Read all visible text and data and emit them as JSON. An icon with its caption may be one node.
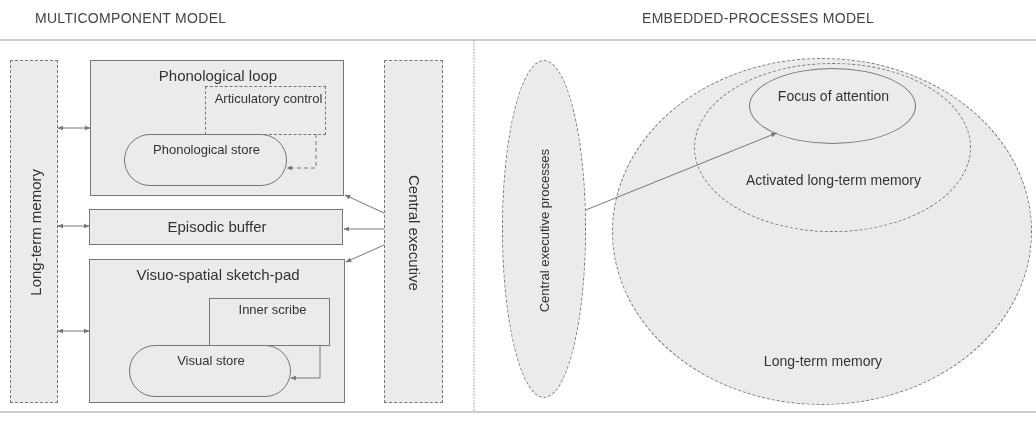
{
  "diagram": {
    "nodes": [
      {
        "text": [
          "Long-term memory"
        ]
      },
      {
        "text": [
          "Phonological loop"
        ]
      },
      {
        "text": [
          "Articulatory control"
        ],
        "in": 1
      },
      {
        "text": [
          "Phonological store"
        ],
        "in": 1
      },
      {
        "text": [
          "Episodic buffer"
        ]
      },
      {
        "text": [
          "Visuo-spatial sketch-pad"
        ]
      },
      {
        "text": [
          "Inner scribe"
        ],
        "in": 5
      },
      {
        "text": [
          "Visual store"
        ],
        "in": 5
      },
      {
        "text": [
          "Central executive"
        ]
      },
      {
        "text": [
          "Central executive processes"
        ]
      },
      {
        "text": [
          "Long-term memory"
        ]
      },
      {
        "text": [
          "Activated long-term memory"
        ],
        "in": 10
      },
      {
        "text": [
          "Focus of attention"
        ],
        "in": 11
      }
    ],
    "edges": [
      {
        "from": 0,
        "to": 1,
        "arrow": "both"
      },
      {
        "from": 0,
        "to": 4,
        "arrow": "both"
      },
      {
        "from": 0,
        "to": 5,
        "arrow": "both"
      },
      {
        "from": 2,
        "to": 3,
        "arrow": "to",
        "style": "dashed"
      },
      {
        "from": 6,
        "to": 7,
        "arrow": "to"
      },
      {
        "from": 8,
        "to": 1,
        "arrow": "to"
      },
      {
        "from": 8,
        "to": 4,
        "arrow": "to"
      },
      {
        "from": 8,
        "to": 5,
        "arrow": "to"
      },
      {
        "from": 9,
        "to": 12,
        "arrow": "to"
      }
    ],
    "labels": [
      "MULTICOMPONENT MODEL",
      "EMBEDDED-PROCESSES MODEL"
    ]
  }
}
